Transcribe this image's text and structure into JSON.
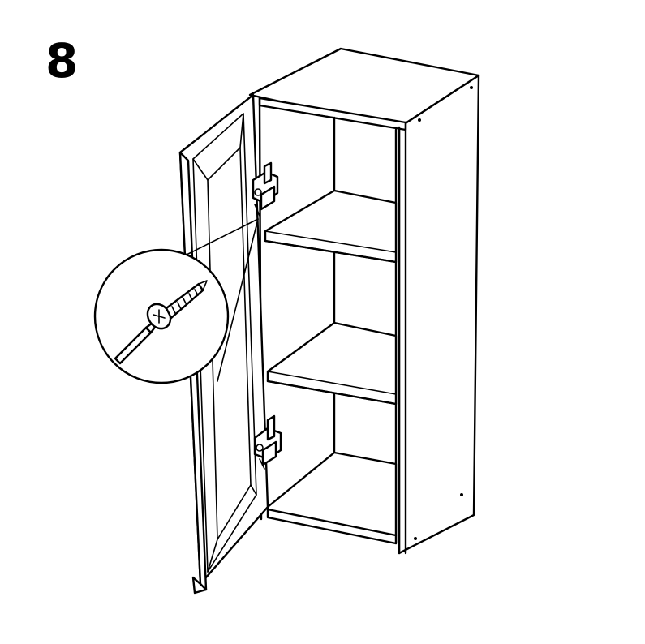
{
  "step": {
    "number": "8"
  },
  "illustration": {
    "subject-icon": "wall-cabinet-with-open-door",
    "detail-icon": "screwdriver-and-screw-magnifier",
    "hinge-count": 2
  },
  "colors": {
    "ink": "#000000",
    "paper": "#ffffff"
  }
}
